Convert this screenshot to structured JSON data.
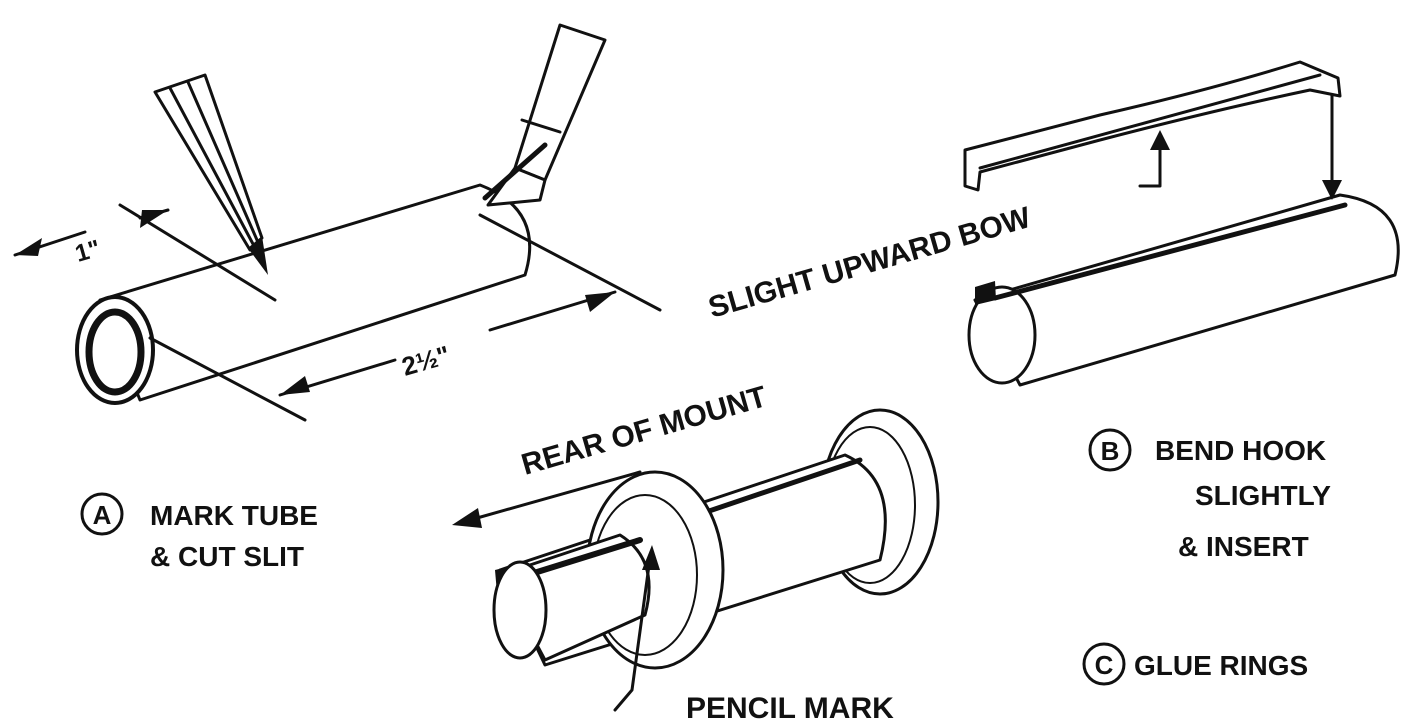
{
  "steps": [
    {
      "letter": "A",
      "line1": "MARK TUBE",
      "line2": "& CUT SLIT"
    },
    {
      "letter": "B",
      "line1": "BEND HOOK",
      "line2": "SLIGHTLY",
      "line3": "& INSERT"
    },
    {
      "letter": "C",
      "line1": "GLUE RINGS"
    }
  ],
  "callouts": {
    "dim_1": "1\"",
    "dim_2": "2½\"",
    "bow": "SLIGHT UPWARD BOW",
    "rear": "REAR OF MOUNT",
    "pencil": "PENCIL MARK"
  }
}
